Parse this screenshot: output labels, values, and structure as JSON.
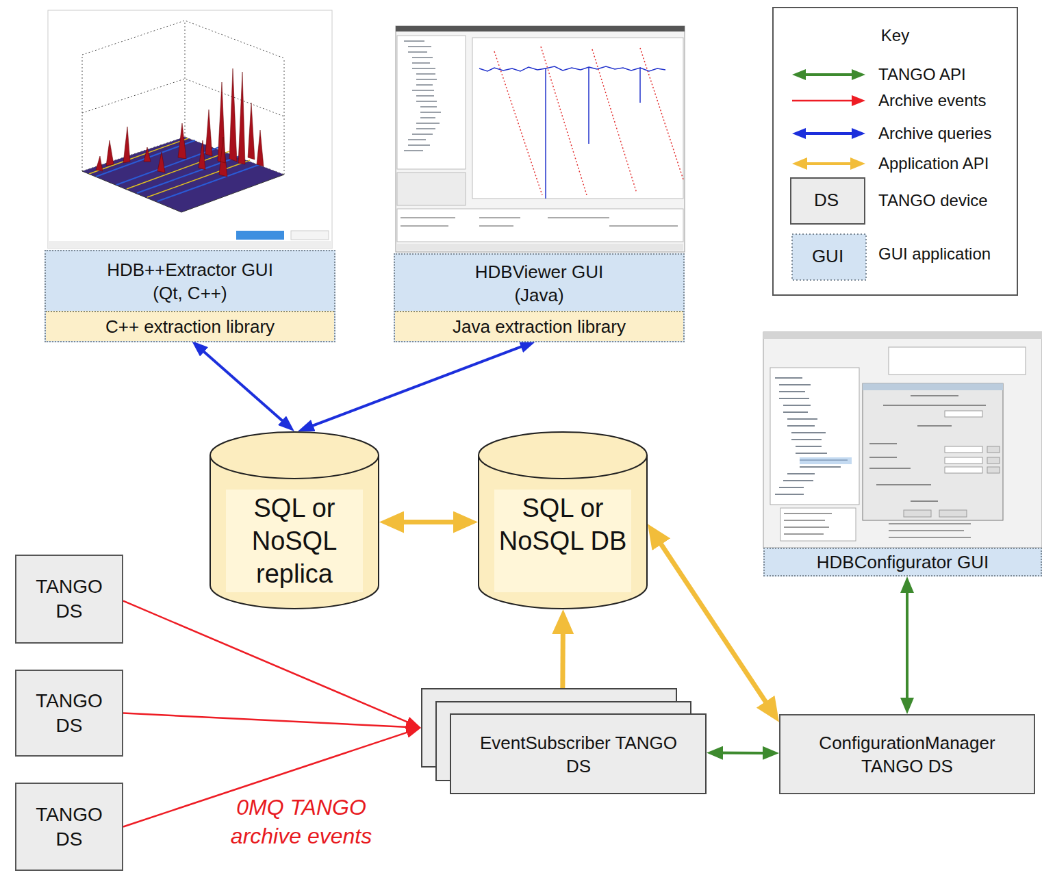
{
  "diagram": {
    "nodes": [
      {
        "text": [
          "HDB++Extractor GUI (Qt, C++)"
        ]
      },
      {
        "text": [
          "C++ extraction library"
        ],
        "in": 0
      },
      {
        "text": [
          "HDBViewer GUI (Java)"
        ]
      },
      {
        "text": [
          "Java extraction library"
        ],
        "in": 2
      },
      {
        "text": [
          "SQL or NoSQL replica"
        ]
      },
      {
        "text": [
          "SQL or NoSQL DB"
        ]
      },
      {
        "text": [
          "HDBConfigurator GUI"
        ]
      },
      {
        "text": [
          "TANGO DS"
        ]
      },
      {
        "text": [
          "TANGO DS"
        ]
      },
      {
        "text": [
          "TANGO DS"
        ]
      },
      {
        "text": [
          "EventSubscriber TANGO DS"
        ]
      },
      {
        "text": [
          "ConfigurationManager TANGO DS"
        ]
      }
    ],
    "edges": [
      {
        "from": 1,
        "to": 4,
        "arrow": "both"
      },
      {
        "from": 3,
        "to": 4,
        "arrow": "both"
      },
      {
        "from": 4,
        "to": 5,
        "arrow": "both"
      },
      {
        "from": 7,
        "to": 10,
        "arrow": "to"
      },
      {
        "from": 8,
        "to": 10,
        "arrow": "to"
      },
      {
        "from": 9,
        "to": 10,
        "arrow": "to"
      },
      {
        "from": 10,
        "to": 5,
        "arrow": "to"
      },
      {
        "from": 5,
        "to": 11,
        "arrow": "both"
      },
      {
        "from": 10,
        "to": 11,
        "arrow": "both"
      },
      {
        "from": 6,
        "to": 11,
        "arrow": "both"
      }
    ],
    "labels": [
      "Key",
      "DS",
      "GUI",
      "0MQ TANGO archive events"
    ],
    "legend": [
      {
        "text": "TANGO API"
      },
      {
        "text": "Archive events"
      },
      {
        "text": "Archive queries"
      },
      {
        "text": "Application API"
      },
      {
        "text": "TANGO device"
      },
      {
        "text": "GUI application"
      }
    ]
  }
}
